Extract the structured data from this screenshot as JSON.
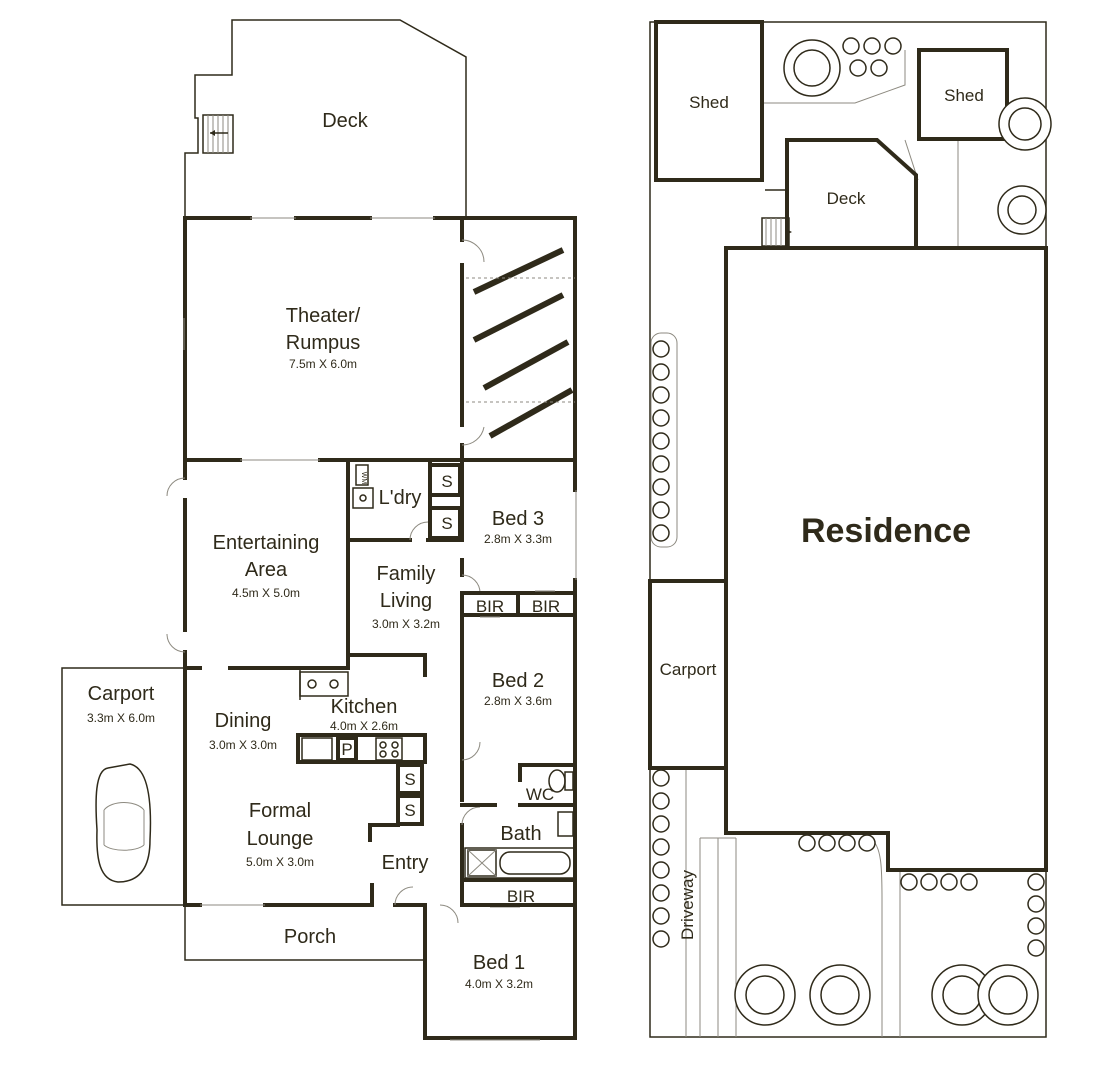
{
  "floor_plan": {
    "rooms": {
      "deck": {
        "name": "Deck"
      },
      "theater": {
        "name_line1": "Theater/",
        "name_line2": "Rumpus",
        "dims": "7.5m X 6.0m"
      },
      "laundry": {
        "name": "L'dry"
      },
      "storage": {
        "label": "S"
      },
      "washing_machine": {
        "label": "WM"
      },
      "bed3": {
        "name": "Bed 3",
        "dims": "2.8m X 3.3m"
      },
      "entertaining": {
        "name_line1": "Entertaining",
        "name_line2": "Area",
        "dims": "4.5m X 5.0m"
      },
      "family": {
        "name_line1": "Family",
        "name_line2": "Living",
        "dims": "3.0m X 3.2m"
      },
      "bir": {
        "label": "BIR"
      },
      "bed2": {
        "name": "Bed 2",
        "dims": "2.8m X 3.6m"
      },
      "carport": {
        "name": "Carport",
        "dims": "3.3m X 6.0m"
      },
      "dining": {
        "name": "Dining",
        "dims": "3.0m X 3.0m"
      },
      "kitchen": {
        "name": "Kitchen",
        "dims": "4.0m X 2.6m"
      },
      "pantry": {
        "label": "P"
      },
      "wc": {
        "name": "WC"
      },
      "bath": {
        "name": "Bath"
      },
      "lounge": {
        "name_line1": "Formal",
        "name_line2": "Lounge",
        "dims": "5.0m X 3.0m"
      },
      "entry": {
        "name": "Entry"
      },
      "porch": {
        "name": "Porch"
      },
      "bed1": {
        "name": "Bed 1",
        "dims": "4.0m X 3.2m"
      }
    }
  },
  "site_plan": {
    "shed": "Shed",
    "deck": "Deck",
    "residence": "Residence",
    "carport": "Carport",
    "driveway": "Driveway"
  },
  "colors": {
    "line": "#2f2a1a",
    "background": "#ffffff"
  }
}
